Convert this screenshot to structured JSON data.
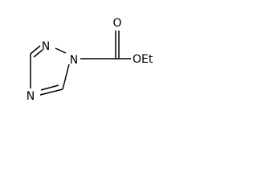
{
  "molecule": {
    "atoms": {
      "n_top": "N",
      "n_link": "N",
      "n_bottom": "N",
      "carbonyl_o": "O",
      "ester": "OEt"
    }
  },
  "colors": {
    "bond": "#000000",
    "text": "#000000",
    "background": "#ffffff"
  }
}
